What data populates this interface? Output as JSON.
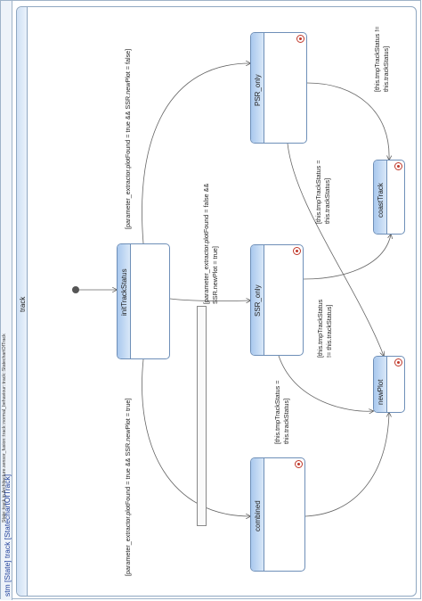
{
  "frame": {
    "label": "stm [State] track [StatechartOfTrack]"
  },
  "region": {
    "title": "track"
  },
  "states": {
    "init": {
      "name": "initTrackStatus"
    },
    "psr": {
      "name": "PSR_only"
    },
    "ssr": {
      "name": "SSR_only"
    },
    "combined": {
      "name": "combined"
    },
    "coast": {
      "name": "coastTrack"
    },
    "newplot": {
      "name": "newPlot"
    }
  },
  "guards": {
    "init_to_psr": "[parameter_extractor.plotFound = true && SSR.newPlot = false]",
    "init_to_ssr_line1": "[parameter_extractor.plotFound = false &&",
    "init_to_ssr_line2": "SSR.newPlot = true]",
    "init_to_combined": "[parameter_extractor.plotFound = true && SSR.newPlot = true]",
    "psr_to_coast_line1": "[this.tmpTrackStatus !=",
    "psr_to_coast_line2": "this.trackStatus]",
    "psr_to_newplot_line1": "[this.tmpTrackStatus =",
    "psr_to_newplot_line2": "this.trackStatus]",
    "ssr_to_coast_line1": "[this.tmpTrackStatus",
    "ssr_to_coast_line2": "!= this.trackStatus]",
    "combined_to_newplot_line1": "[this.tmpTrackStatus =",
    "combined_to_newplot_line2": "this.trackStatus]"
  },
  "note": {
    "text": "State::track in Architecture.sensor_fusion::track::normal_behaviour::track::StatechartOfTrack"
  }
}
